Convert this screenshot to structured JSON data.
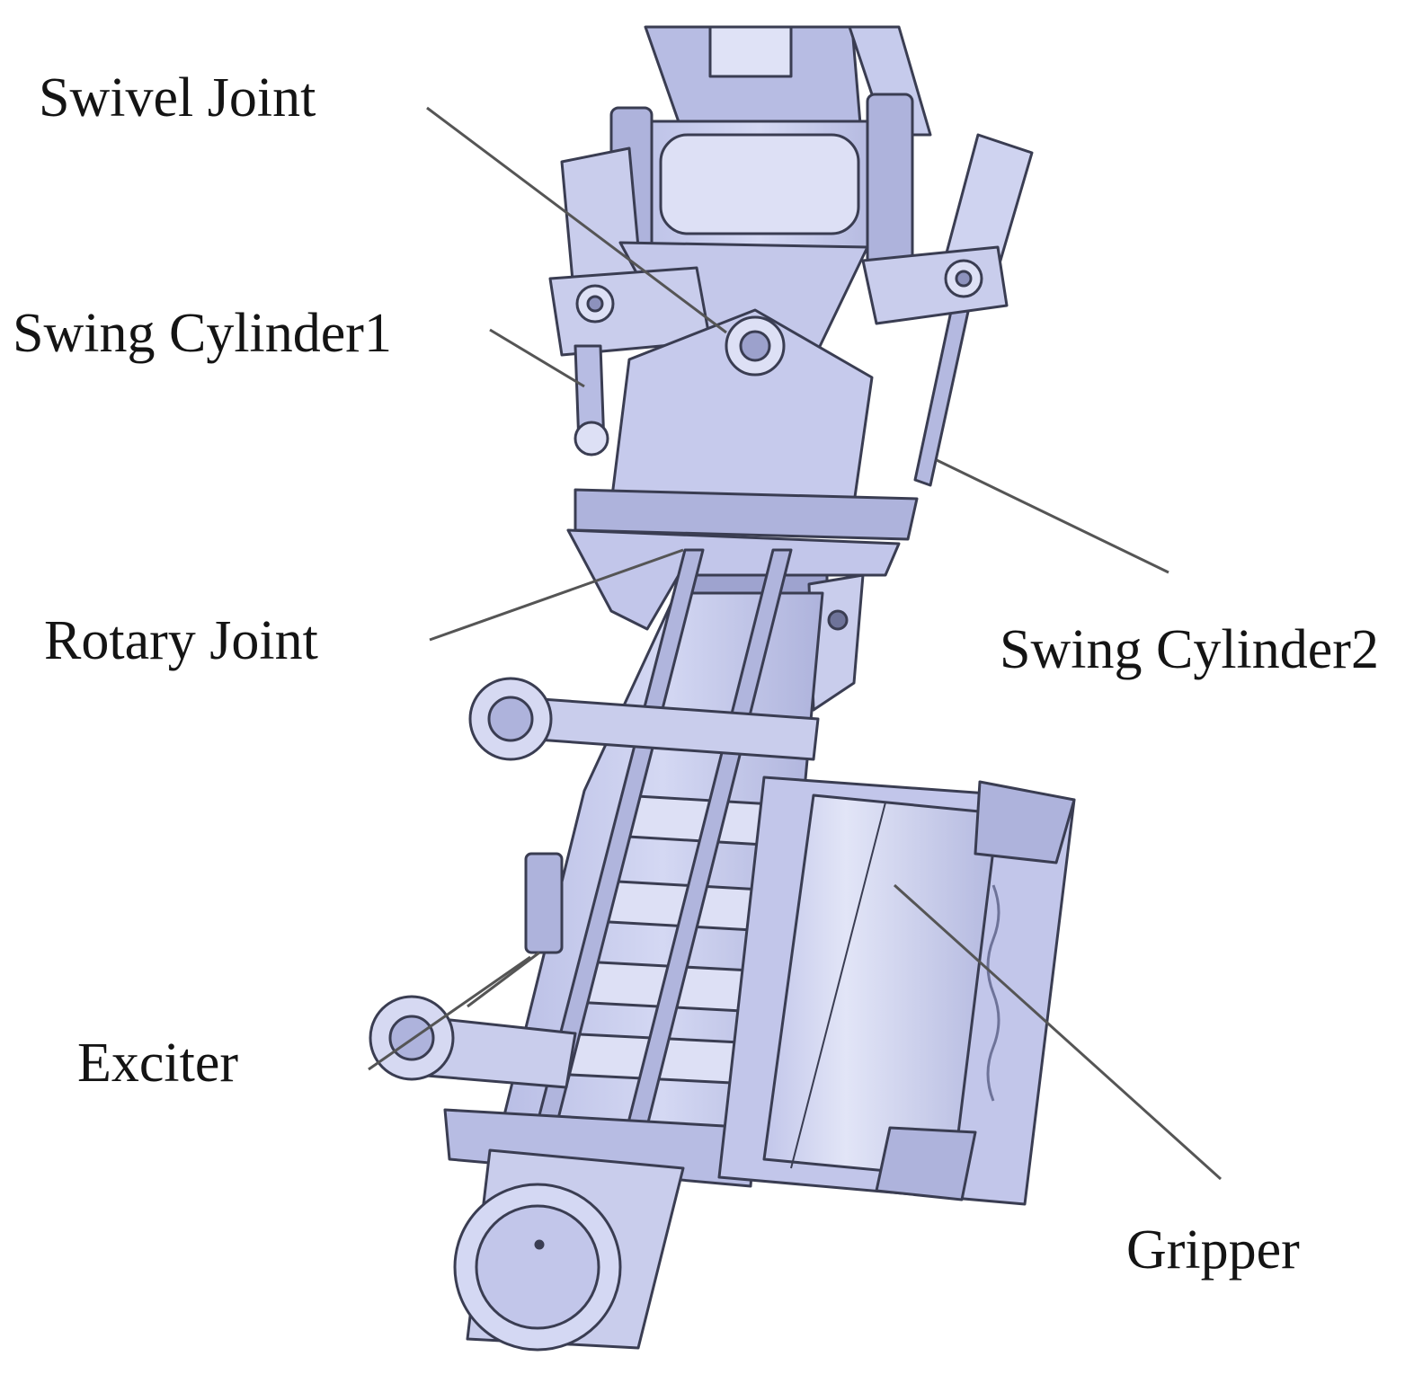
{
  "labels": {
    "swivel_joint": "Swivel Joint",
    "swing_cylinder_1": "Swing Cylinder1",
    "rotary_joint": "Rotary Joint",
    "swing_cylinder_2": "Swing Cylinder2",
    "exciter": "Exciter",
    "gripper": "Gripper"
  },
  "colors": {
    "part_fill": "#c9cdec",
    "part_shade": "#aeb3dc",
    "part_light": "#dde0f5",
    "part_edge": "#3a3d52",
    "leader_line": "#555555",
    "label_text": "#141414"
  }
}
